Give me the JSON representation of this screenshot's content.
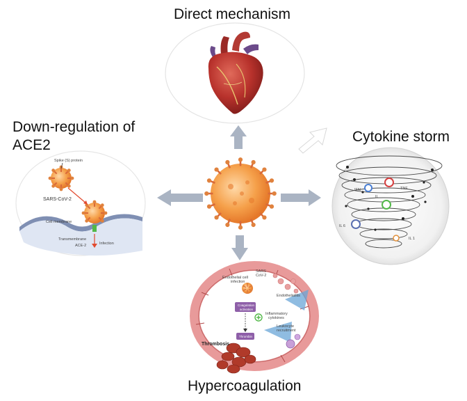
{
  "titles": {
    "direct": "Direct mechanism",
    "down_line1": "Down-regulation of",
    "down_line2": "ACE2",
    "cytokine": "Cytokine storm",
    "hyper": "Hypercoagulation"
  },
  "ace2_panel": {
    "spike": "Spike (S) protein",
    "sars": "SARS-CoV-2",
    "membrane": "Cell membrane",
    "transmembrane": "Transmembrane",
    "ace2": "ACE-2",
    "infection": "Infection"
  },
  "cytokine_panel": {
    "tnf": "TNF",
    "ifn": "IFN",
    "il6": "IL 6",
    "il1": "IL 1",
    "il": "IL"
  },
  "hyper_panel": {
    "endothelial": "Endothelial cell",
    "infection": "infection",
    "sars": "SARS",
    "cov2": "CoV-2",
    "endothelialitis": "Endothelialitis",
    "coag_line1": "Coagulation",
    "coag_line2": "activation",
    "cytokines_line1": "Inflammatory",
    "cytokines_line2": "cytokines",
    "leuko_line1": "Leukocyte",
    "leuko_line2": "recruitment",
    "thrombin": "Thrombin",
    "thrombosis": "Thrombosis"
  },
  "colors": {
    "arrow": "#aab4c3",
    "virus": "#f29a3e",
    "heart": "#b8322c",
    "vessel": "#e08585"
  }
}
